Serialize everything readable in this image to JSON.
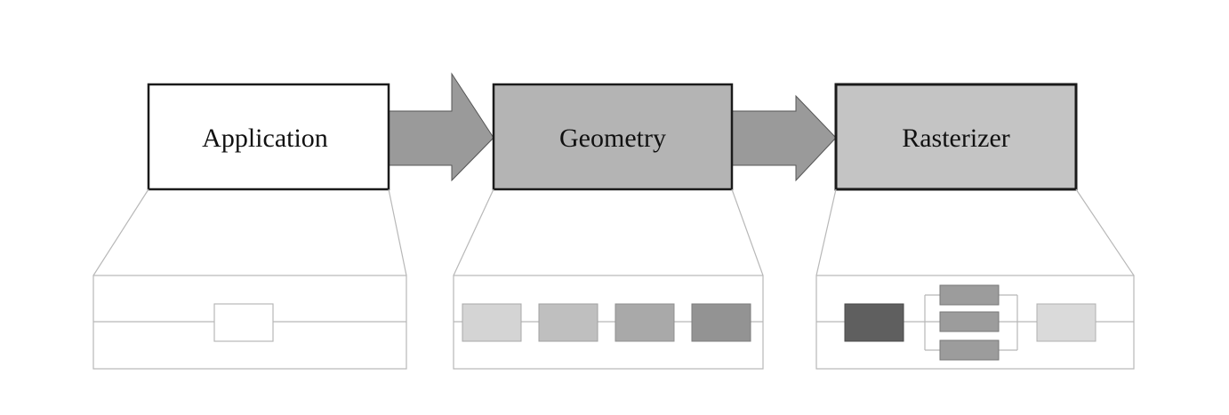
{
  "stages": [
    {
      "label": "Application",
      "fill": "#ffffff"
    },
    {
      "label": "Geometry",
      "fill": "#b4b4b4"
    },
    {
      "label": "Rasterizer",
      "fill": "#c4c4c4"
    }
  ],
  "colors": {
    "arrow": "#9a9a9a",
    "stroke": "#1a1a1a",
    "detail_stroke": "#b8b8b8",
    "geometry_substages": [
      "#d4d4d4",
      "#bfbfbf",
      "#a9a9a9",
      "#939393"
    ],
    "rasterizer_input": "#5f5f5f",
    "rasterizer_parallel": "#9c9c9c",
    "rasterizer_output": "#dadada"
  }
}
